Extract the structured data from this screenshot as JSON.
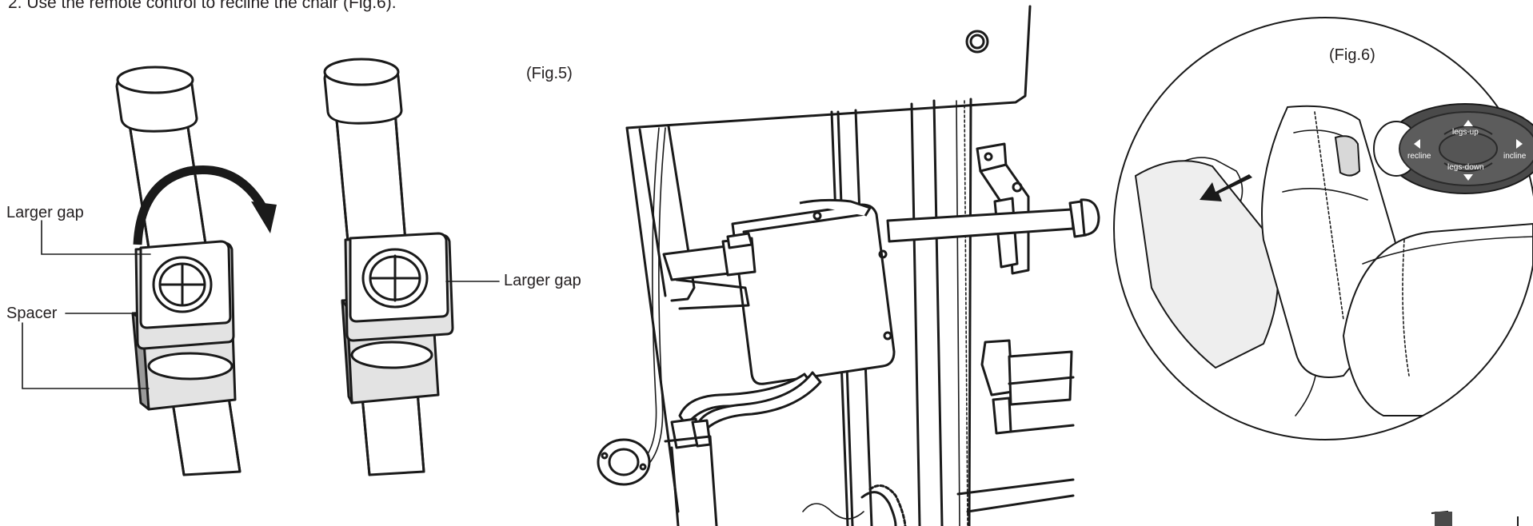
{
  "instruction": "2.  Use the remote control to recline the chair (Fig.6).",
  "fig5_label": "(Fig.5)",
  "fig6_label": "(Fig.6)",
  "callouts": {
    "larger_gap_left": "Larger gap",
    "spacer": "Spacer",
    "larger_gap_right": "Larger gap"
  },
  "remote": {
    "legs_up": "legs-up",
    "legs_down": "legs-down",
    "recline": "recline",
    "incline": "incline"
  }
}
